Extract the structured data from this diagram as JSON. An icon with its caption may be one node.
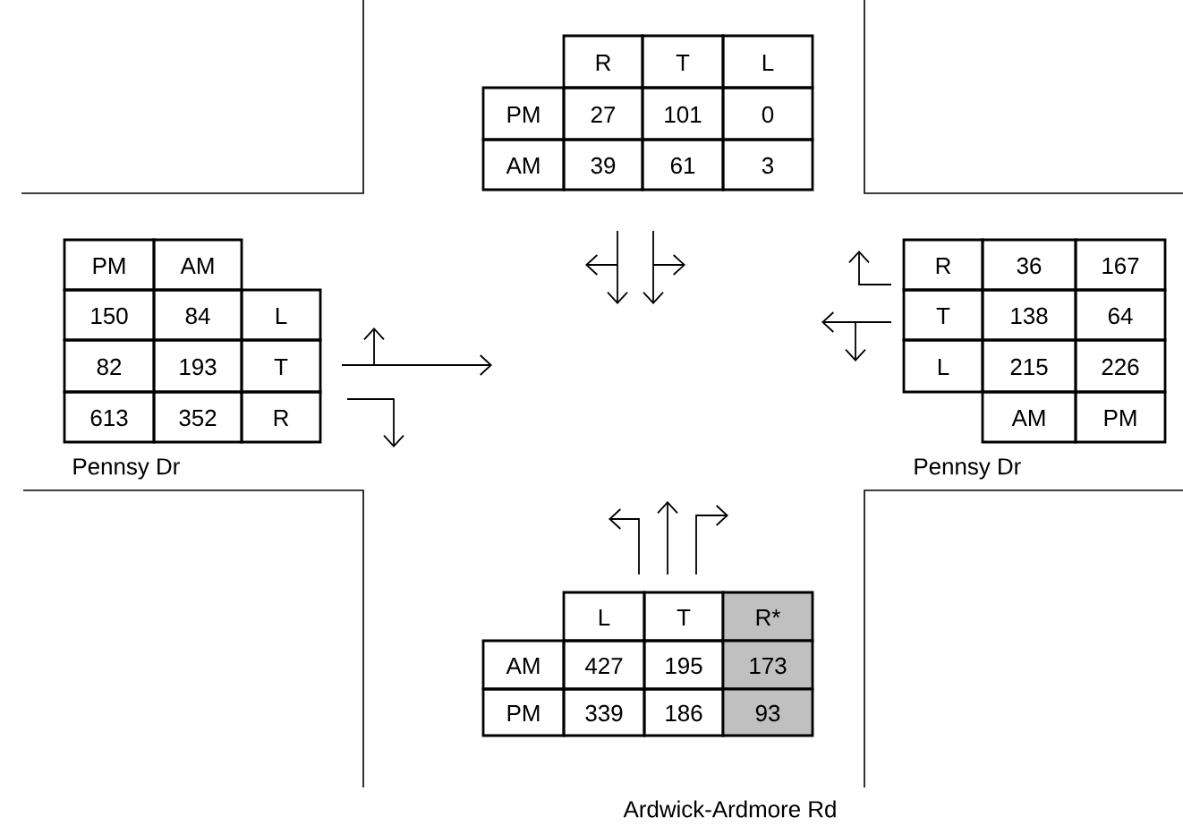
{
  "diagram": {
    "labels": [
      "R",
      "T",
      "L",
      "PM",
      "27",
      "101",
      "0",
      "AM",
      "39",
      "61",
      "3",
      "PM",
      "AM",
      "150",
      "84",
      "L",
      "82",
      "193",
      "T",
      "613",
      "352",
      "R",
      "R",
      "36",
      "167",
      "T",
      "138",
      "64",
      "L",
      "215",
      "226",
      "AM",
      "PM",
      "Pennsy Dr",
      "Pennsy Dr",
      "L",
      "T",
      "R*",
      "AM",
      "427",
      "195",
      "173",
      "PM",
      "339",
      "186",
      "93",
      "Ardwick-Ardmore Rd"
    ]
  }
}
